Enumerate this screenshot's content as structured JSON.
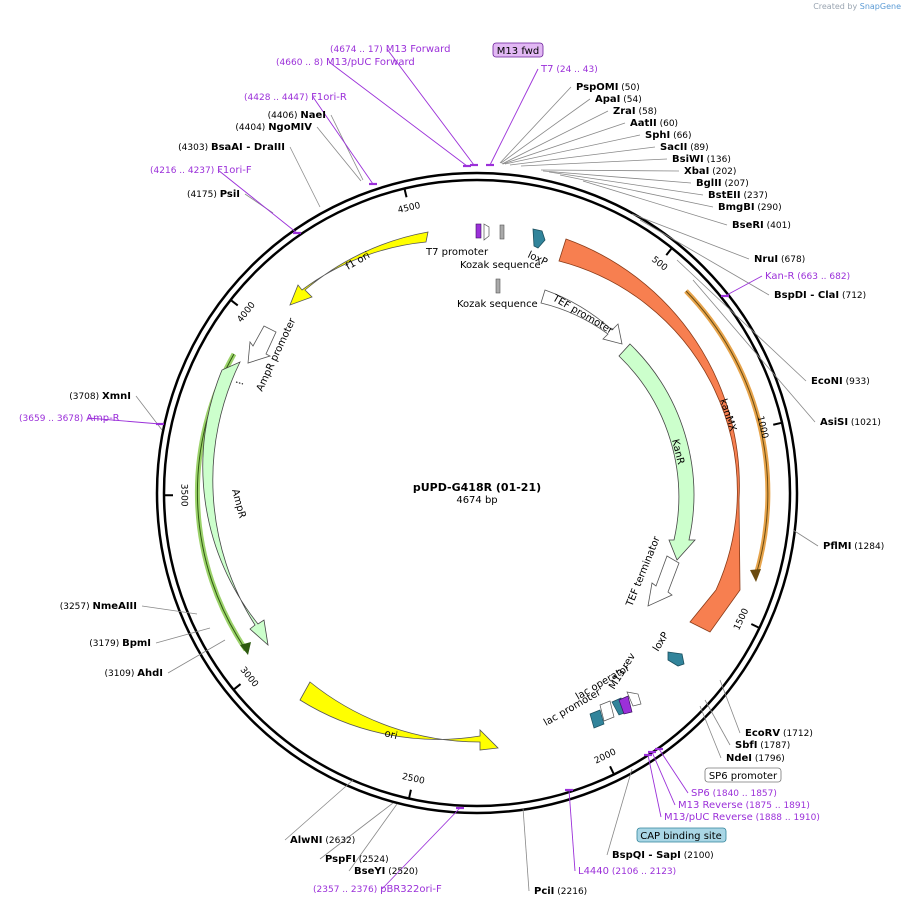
{
  "app": {
    "credit_prefix": "Created by",
    "credit_brand": "SnapGene"
  },
  "plasmid": {
    "name": "pUPD-G418R (01-21)",
    "length_label": "4674 bp",
    "length": 4674
  },
  "ticks": [
    {
      "bp": 500,
      "label": "500"
    },
    {
      "bp": 1000,
      "label": "1000"
    },
    {
      "bp": 1500,
      "label": "1500"
    },
    {
      "bp": 2000,
      "label": "2000"
    },
    {
      "bp": 2500,
      "label": "2500"
    },
    {
      "bp": 3000,
      "label": "3000"
    },
    {
      "bp": 3500,
      "label": "3500"
    },
    {
      "bp": 4000,
      "label": "4000"
    },
    {
      "bp": 4500,
      "label": "4500"
    }
  ],
  "enzymes": [
    {
      "name": "PspOMI",
      "pos": "(50)"
    },
    {
      "name": "ApaI",
      "pos": "(54)"
    },
    {
      "name": "ZraI",
      "pos": "(58)"
    },
    {
      "name": "AatII",
      "pos": "(60)"
    },
    {
      "name": "SphI",
      "pos": "(66)"
    },
    {
      "name": "SacII",
      "pos": "(89)"
    },
    {
      "name": "BsiWI",
      "pos": "(136)"
    },
    {
      "name": "XbaI",
      "pos": "(202)"
    },
    {
      "name": "BglII",
      "pos": "(207)"
    },
    {
      "name": "BstEII",
      "pos": "(237)"
    },
    {
      "name": "BmgBI",
      "pos": "(290)"
    },
    {
      "name": "BseRI",
      "pos": "(401)"
    },
    {
      "name": "NruI",
      "pos": "(678)"
    },
    {
      "name": "BspDI - ClaI",
      "pos": "(712)"
    },
    {
      "name": "EcoNI",
      "pos": "(933)"
    },
    {
      "name": "AsiSI",
      "pos": "(1021)"
    },
    {
      "name": "PflMI",
      "pos": "(1284)"
    },
    {
      "name": "EcoRV",
      "pos": "(1712)"
    },
    {
      "name": "SbfI",
      "pos": "(1787)"
    },
    {
      "name": "NdeI",
      "pos": "(1796)"
    },
    {
      "name": "BspQI - SapI",
      "pos": "(2100)"
    },
    {
      "name": "PciI",
      "pos": "(2216)"
    },
    {
      "name": "BseYI",
      "pos": "(2520)"
    },
    {
      "name": "PspFI",
      "pos": "(2524)"
    },
    {
      "name": "AlwNI",
      "pos": "(2632)"
    },
    {
      "name": "AhdI",
      "pos": "(3109)"
    },
    {
      "name": "BpmI",
      "pos": "(3179)"
    },
    {
      "name": "NmeAIII",
      "pos": "(3257)"
    },
    {
      "name": "XmnI",
      "pos": "(3708)"
    },
    {
      "name": "PsiI",
      "pos": "(4175)"
    },
    {
      "name": "BsaAI - DraIII",
      "pos": "(4303)"
    },
    {
      "name": "NgoMIV",
      "pos": "(4404)"
    },
    {
      "name": "NaeI",
      "pos": "(4406)"
    }
  ],
  "primers": [
    {
      "name": "M13 Forward",
      "range": "(4674 .. 17)"
    },
    {
      "name": "M13/pUC Forward",
      "range": "(4660 .. 8)"
    },
    {
      "name": "T7",
      "range": "(24 .. 43)"
    },
    {
      "name": "F1ori-R",
      "range": "(4428 .. 4447)"
    },
    {
      "name": "F1ori-F",
      "range": "(4216 .. 4237)"
    },
    {
      "name": "Kan-R",
      "range": "(663 .. 682)"
    },
    {
      "name": "Amp-R",
      "range": "(3659 .. 3678)"
    },
    {
      "name": "SP6",
      "range": "(1840 .. 1857)"
    },
    {
      "name": "M13 Reverse",
      "range": "(1875 .. 1891)"
    },
    {
      "name": "M13/pUC Reverse",
      "range": "(1888 .. 1910)"
    },
    {
      "name": "L4440",
      "range": "(2106 .. 2123)"
    },
    {
      "name": "pBR322ori-F",
      "range": "(2357 .. 2376)"
    }
  ],
  "boxed_labels": {
    "m13_fwd": "M13 fwd",
    "sp6_promoter": "SP6 promoter",
    "cap_site": "CAP binding site"
  },
  "features": {
    "f1_ori": "f1 ori",
    "ampr": "AmpR",
    "ampr_promoter": "AmpR promoter",
    "ori": "ori",
    "kanmx": "kanMX",
    "kanr": "KanR",
    "tef_promoter": "TEF promoter",
    "tef_terminator": "TEF terminator",
    "loxp_1": "loxP",
    "loxp_2": "loxP",
    "t7_promoter": "T7 promoter",
    "kozak_1": "Kozak sequence",
    "kozak_2": "Kozak sequence",
    "lac_operator": "lac operator",
    "lac_promoter": "lac promoter",
    "m13_rev": "M13 rev"
  },
  "colors": {
    "f1_ori": "#ffff00",
    "ori": "#ffff00",
    "kanmx": "#f77f50",
    "kanr": "#ccffcc",
    "ampr": "#ccffcc",
    "primer": "#9b30d9",
    "loxp": "#31849b",
    "promoter": "#ffffff"
  }
}
